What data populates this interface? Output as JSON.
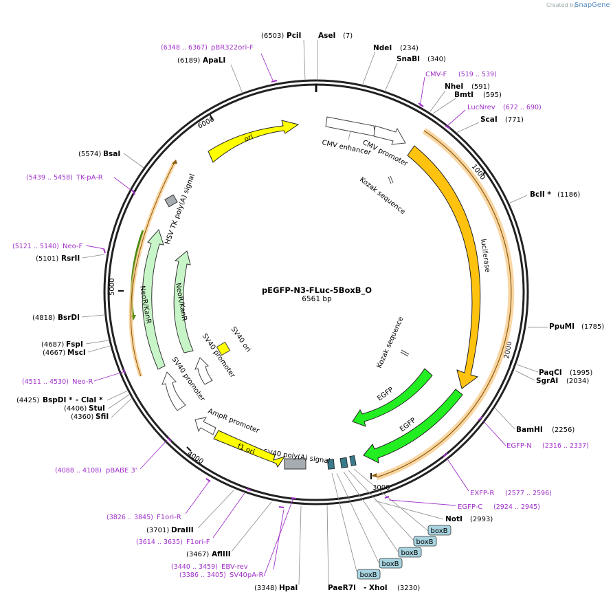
{
  "watermark": {
    "prefix": "Created by",
    "brand": "SnapGene"
  },
  "plasmid": {
    "name": "pEGFP-N3-FLuc-5BoxB_O",
    "length": "6561 bp"
  },
  "ticks": [
    "1000",
    "2000",
    "3000",
    "4000",
    "5000",
    "6000"
  ],
  "sites": {
    "pci": {
      "pos": "(6503)",
      "name": "PciI"
    },
    "ase": {
      "pos": "(7)",
      "name": "AseI"
    },
    "nde": {
      "pos": "(234)",
      "name": "NdeI"
    },
    "snab": {
      "pos": "(340)",
      "name": "SnaBI"
    },
    "nhe": {
      "pos": "(591)",
      "name": "NheI"
    },
    "bmt": {
      "pos": "(595)",
      "name": "BmtI"
    },
    "sca": {
      "pos": "(771)",
      "name": "ScaI"
    },
    "bcl": {
      "pos": "(1186)",
      "name": "BclI *"
    },
    "ppu": {
      "pos": "(1785)",
      "name": "PpuMI"
    },
    "paqc": {
      "pos": "(1995)",
      "name": "PaqCI"
    },
    "sgra": {
      "pos": "(2034)",
      "name": "SgrAI"
    },
    "bamh": {
      "pos": "(2256)",
      "name": "BamHI"
    },
    "not": {
      "pos": "(2993)",
      "name": "NotI"
    },
    "paer7": {
      "name": "PaeR7I",
      "sep": "- XhoI",
      "pos": "(3230)"
    },
    "hpa": {
      "pos": "(3348)",
      "name": "HpaI"
    },
    "afl3": {
      "pos": "(3467)",
      "name": "AflIII"
    },
    "dra3": {
      "pos": "(3701)",
      "name": "DraIII"
    },
    "sfi": {
      "pos": "(4360)",
      "name": "SfiI"
    },
    "stu": {
      "pos": "(4406)",
      "name": "StuI"
    },
    "bspd": {
      "pos": "(4425)",
      "name": "BspDI *",
      "sep": "- ClaI *"
    },
    "msc": {
      "pos": "(4667)",
      "name": "MscI"
    },
    "fsp": {
      "pos": "(4687)",
      "name": "FspI"
    },
    "bsrd": {
      "pos": "(4818)",
      "name": "BsrDI"
    },
    "rsr2": {
      "pos": "(5101)",
      "name": "RsrII"
    },
    "bsa": {
      "pos": "(5574)",
      "name": "BsaI"
    },
    "apal": {
      "pos": "(6189)",
      "name": "ApaLI"
    }
  },
  "primers": {
    "pbr": {
      "pos": "(6348 .. 6367)",
      "name": "pBR322ori-F"
    },
    "cmvf": {
      "name": "CMV-F",
      "pos": "(519 .. 539)"
    },
    "lucnrev": {
      "name": "LucNrev",
      "pos": "(672 .. 690)"
    },
    "egfpn": {
      "name": "EGFP-N",
      "pos": "(2316 .. 2337)"
    },
    "exfpr": {
      "name": "EXFP-R",
      "pos": "(2577 .. 2596)"
    },
    "egfpc": {
      "name": "EGFP-C",
      "pos": "(2924 .. 2945)"
    },
    "ebv": {
      "pos": "(3440 .. 3459)",
      "name": "EBV-rev"
    },
    "sv40pa": {
      "pos": "(3386 .. 3405)",
      "name": "SV40pA-R"
    },
    "f1orif": {
      "pos": "(3614 .. 3635)",
      "name": "F1ori-F"
    },
    "f1orir": {
      "pos": "(3826 .. 3845)",
      "name": "F1ori-R"
    },
    "pbabe": {
      "pos": "(4088 .. 4108)",
      "name": "pBABE 3'"
    },
    "neor": {
      "pos": "(4511 .. 4530)",
      "name": "Neo-R"
    },
    "neof": {
      "pos": "(5121 .. 5140)",
      "name": "Neo-F"
    },
    "tkpa": {
      "pos": "(5439 .. 5458)",
      "name": "TK-pA-R"
    }
  },
  "features": {
    "ori": "ori",
    "cmv_enh": "CMV enhancer",
    "cmv_prom": "CMV promoter",
    "kozak1": "Kozak sequence",
    "luciferase": "luciferase",
    "kozak2": "Kozak sequence",
    "egfp1": "EGFP",
    "egfp2": "EGFP",
    "hsv_tk": "HSV TK poly(A) signal",
    "neokan1": "NeoR/KanR",
    "neokan2": "NeoR/KanR",
    "sv40ori": "SV40 ori",
    "sv40prom1": "SV40 promoter",
    "sv40prom2": "SV40 promoter",
    "ampr_prom": "AmpR promoter",
    "f1ori": "f1 ori",
    "sv40pa": "SV40 poly(A) signal"
  },
  "boxb": [
    "boxB",
    "boxB",
    "boxB",
    "boxB",
    "boxB"
  ],
  "colors": {
    "backbone": "#222222",
    "primer": "#a030c8",
    "ori": "#ffff00",
    "luciferase": "#ffc20e",
    "egfp": "#22ee22",
    "neor": "#c8f5c8",
    "sv40pa": "#a7acb0",
    "boxb_tag": "#a8d4e0",
    "boxb_feature": "#3a7a8a"
  }
}
